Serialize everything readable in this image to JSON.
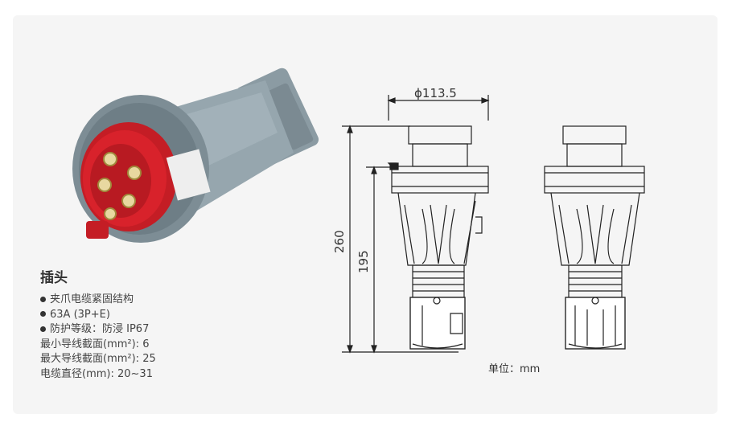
{
  "product": {
    "title": "插头",
    "specs": [
      {
        "bullet": true,
        "text": "夹爪电缆紧固结构"
      },
      {
        "bullet": true,
        "text": "63A (3P+E)"
      },
      {
        "bullet": true,
        "text": "防护等级：防浸  IP67"
      },
      {
        "bullet": false,
        "text": "最小导线截面(mm²): 6"
      },
      {
        "bullet": false,
        "text": "最大导线截面(mm²): 25"
      },
      {
        "bullet": false,
        "text": "电缆直径(mm): 20~31"
      }
    ]
  },
  "drawing": {
    "diameter_label": "ϕ113.5",
    "height_total_label": "260",
    "height_body_label": "195",
    "unit_label": "单位：mm"
  },
  "colors": {
    "plug_red": "#d8222b",
    "plug_gray": "#8e9ea6",
    "line_color": "#222222"
  },
  "icons": [
    "red-industrial-plug-photo",
    "plug-front-view-drawing",
    "plug-side-view-drawing"
  ]
}
